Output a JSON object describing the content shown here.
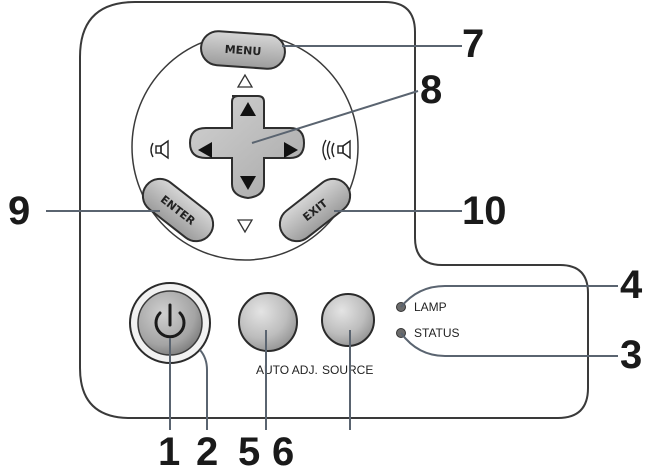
{
  "panel": {
    "buttons": {
      "menu": "MENU",
      "enter": "ENTER",
      "exit": "EXIT"
    },
    "indicators": {
      "lamp": "LAMP",
      "status": "STATUS"
    },
    "bottom_labels": {
      "auto_adj": "AUTO ADJ.",
      "source": "SOURCE"
    }
  },
  "callouts": [
    "1",
    "2",
    "3",
    "4",
    "5",
    "6",
    "7",
    "8",
    "9",
    "10"
  ],
  "colors": {
    "panel_outline": "#3a3a3a",
    "button_fill": "#b9b9b9",
    "leader_line": "#5a6470",
    "indicator_led": "#6b6b6b"
  }
}
